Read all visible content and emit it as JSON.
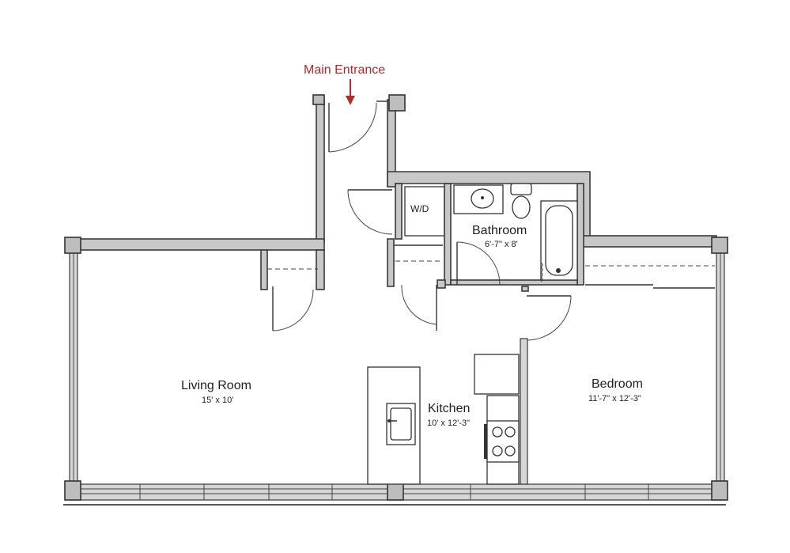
{
  "entrance": {
    "label": "Main Entrance",
    "color": "#b22a2a"
  },
  "rooms": {
    "living": {
      "name": "Living Room",
      "dims": "15' x 10'"
    },
    "kitchen": {
      "name": "Kitchen",
      "dims": "10' x 12'-3\""
    },
    "bathroom": {
      "name": "Bathroom",
      "dims": "6'-7\" x 8'"
    },
    "bedroom": {
      "name": "Bedroom",
      "dims": "11'-7\" x 12'-3\""
    }
  },
  "fixtures": {
    "washer_dryer": "W/D"
  },
  "icons": [
    "entrance-arrow-icon",
    "sink-icon",
    "toilet-icon",
    "bathtub-icon",
    "stove-icon",
    "refrigerator-icon"
  ]
}
